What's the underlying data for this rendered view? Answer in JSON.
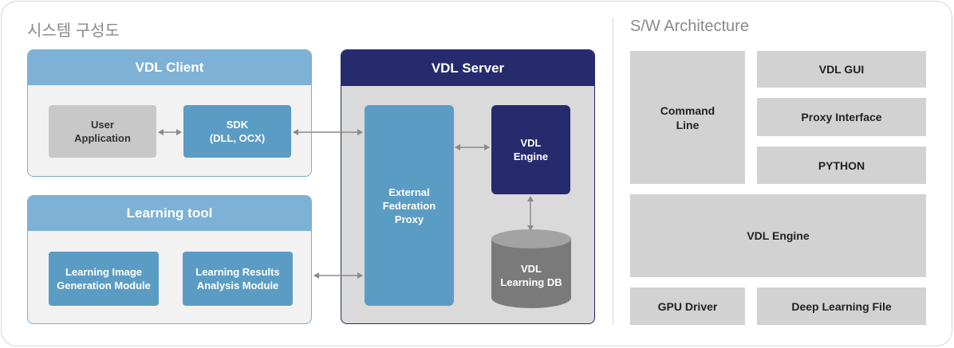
{
  "system": {
    "title": "시스템 구성도",
    "client": {
      "title": "VDL Client",
      "user_app": "User\nApplication",
      "sdk": "SDK\n(DLL, OCX)"
    },
    "learning": {
      "title": "Learning tool",
      "image_gen": "Learning Image\nGeneration Module",
      "results": "Learning Results\nAnalysis Module"
    },
    "server": {
      "title": "VDL Server",
      "proxy": "External\nFederation\nProxy",
      "engine": "VDL\nEngine",
      "db": "VDL\nLearning DB"
    }
  },
  "sw": {
    "title": "S/W Architecture",
    "command_line": "Command\nLine",
    "vdl_gui": "VDL GUI",
    "proxy_interface": "Proxy Interface",
    "python": "PYTHON",
    "vdl_engine": "VDL Engine",
    "gpu_driver": "GPU Driver",
    "deep_learning_file": "Deep Learning File"
  },
  "colors": {
    "client_header": "#7eb1d6",
    "server_header": "#262b6e",
    "module_blue": "#5b9cc4",
    "engine_navy": "#262b6e",
    "db_grey": "#7a7a7a",
    "arch_grey": "#d2d2d2"
  }
}
